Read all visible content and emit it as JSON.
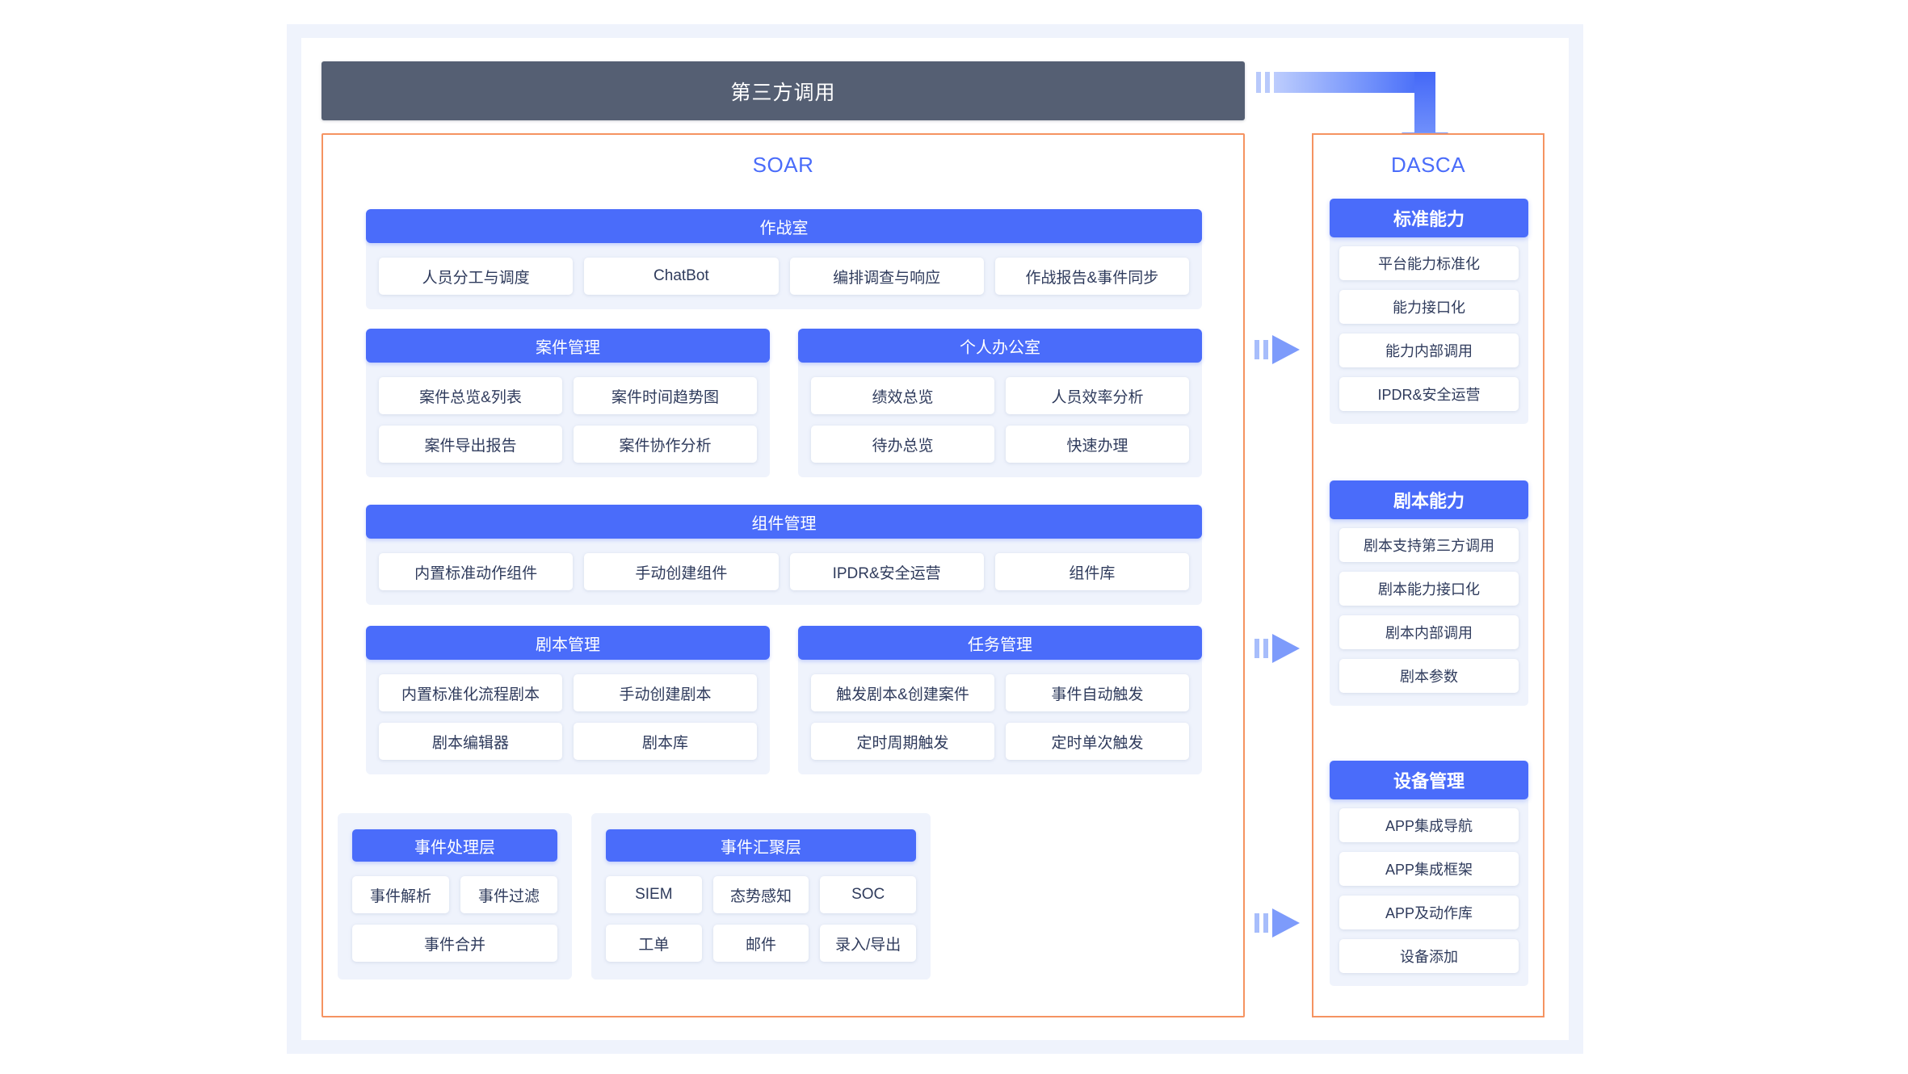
{
  "header": {
    "third_party_label": "第三方调用"
  },
  "soar": {
    "title": "SOAR",
    "groups": {
      "warroom": {
        "head": "作战室",
        "cells": [
          "人员分工与调度",
          "ChatBot",
          "编排调查与响应",
          "作战报告&事件同步"
        ]
      },
      "case": {
        "head": "案件管理",
        "cells": [
          "案件总览&列表",
          "案件时间趋势图",
          "案件导出报告",
          "案件协作分析"
        ]
      },
      "office": {
        "head": "个人办公室",
        "cells": [
          "绩效总览",
          "人员效率分析",
          "待办总览",
          "快速办理"
        ]
      },
      "component": {
        "head": "组件管理",
        "cells": [
          "内置标准动作组件",
          "手动创建组件",
          "IPDR&安全运营",
          "组件库"
        ]
      },
      "playbook": {
        "head": "剧本管理",
        "cells": [
          "内置标准化流程剧本",
          "手动创建剧本",
          "剧本编辑器",
          "剧本库"
        ]
      },
      "task": {
        "head": "任务管理",
        "cells": [
          "触发剧本&创建案件",
          "事件自动触发",
          "定时周期触发",
          "定时单次触发"
        ]
      }
    },
    "event_process": {
      "head": "事件处理层",
      "cells": [
        "事件解析",
        "事件过滤"
      ],
      "full_cell": "事件合并"
    },
    "event_collect": {
      "head": "事件汇聚层",
      "cells": [
        "SIEM",
        "态势感知",
        "SOC",
        "工单",
        "邮件",
        "录入/导出"
      ]
    }
  },
  "dasca": {
    "title": "DASCA",
    "groups": [
      {
        "head": "标准能力",
        "cells": [
          "平台能力标准化",
          "能力接口化",
          "能力内部调用",
          "IPDR&安全运营"
        ]
      },
      {
        "head": "剧本能力",
        "cells": [
          "剧本支持第三方调用",
          "剧本能力接口化",
          "剧本内部调用",
          "剧本参数"
        ]
      },
      {
        "head": "设备管理",
        "cells": [
          "APP集成导航",
          "APP集成框架",
          "APP及动作库",
          "设备添加"
        ]
      }
    ]
  },
  "colors": {
    "accent_blue": "#4a6cfa",
    "header_slate": "#555f73",
    "panel_border_orange": "#f59361",
    "panel_bg": "#eff3fc",
    "text_navy": "#2f3b5c"
  }
}
